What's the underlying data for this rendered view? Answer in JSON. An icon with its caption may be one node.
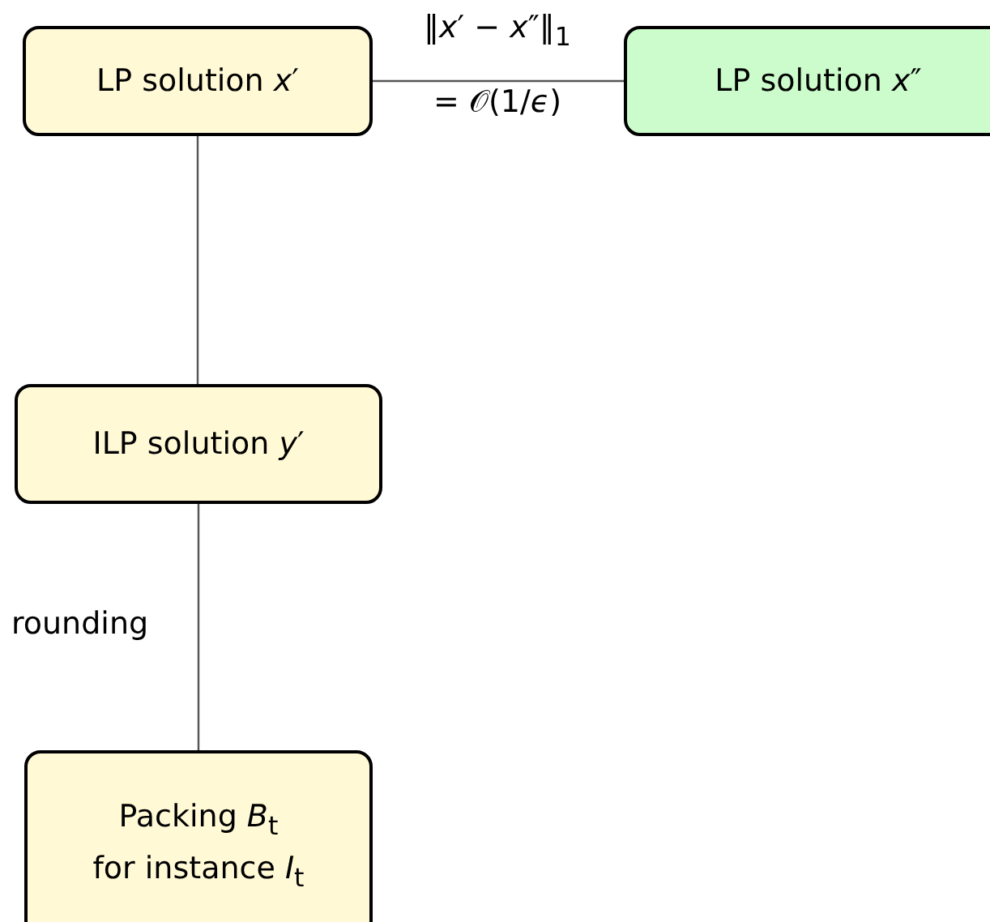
{
  "diagram": {
    "nodes": [
      {
        "text": [
          "LP solution *x*′"
        ]
      },
      {
        "text": [
          "LP solution *x*″"
        ]
      },
      {
        "text": [
          "ILP solution *y*′"
        ]
      },
      {
        "text": [
          "Packing *B*$_{t}$ for instance *I*$_{t}$"
        ]
      }
    ],
    "edges": [
      {
        "from": 0,
        "to": 1,
        "arrow": "none",
        "label": "‖*x*′ − *x*″‖$_{1}$ = 𝒪(1/*ϵ*)"
      },
      {
        "from": 0,
        "to": 2,
        "arrow": "none"
      },
      {
        "from": 2,
        "to": 3,
        "arrow": "none",
        "label": "rounding"
      }
    ]
  }
}
